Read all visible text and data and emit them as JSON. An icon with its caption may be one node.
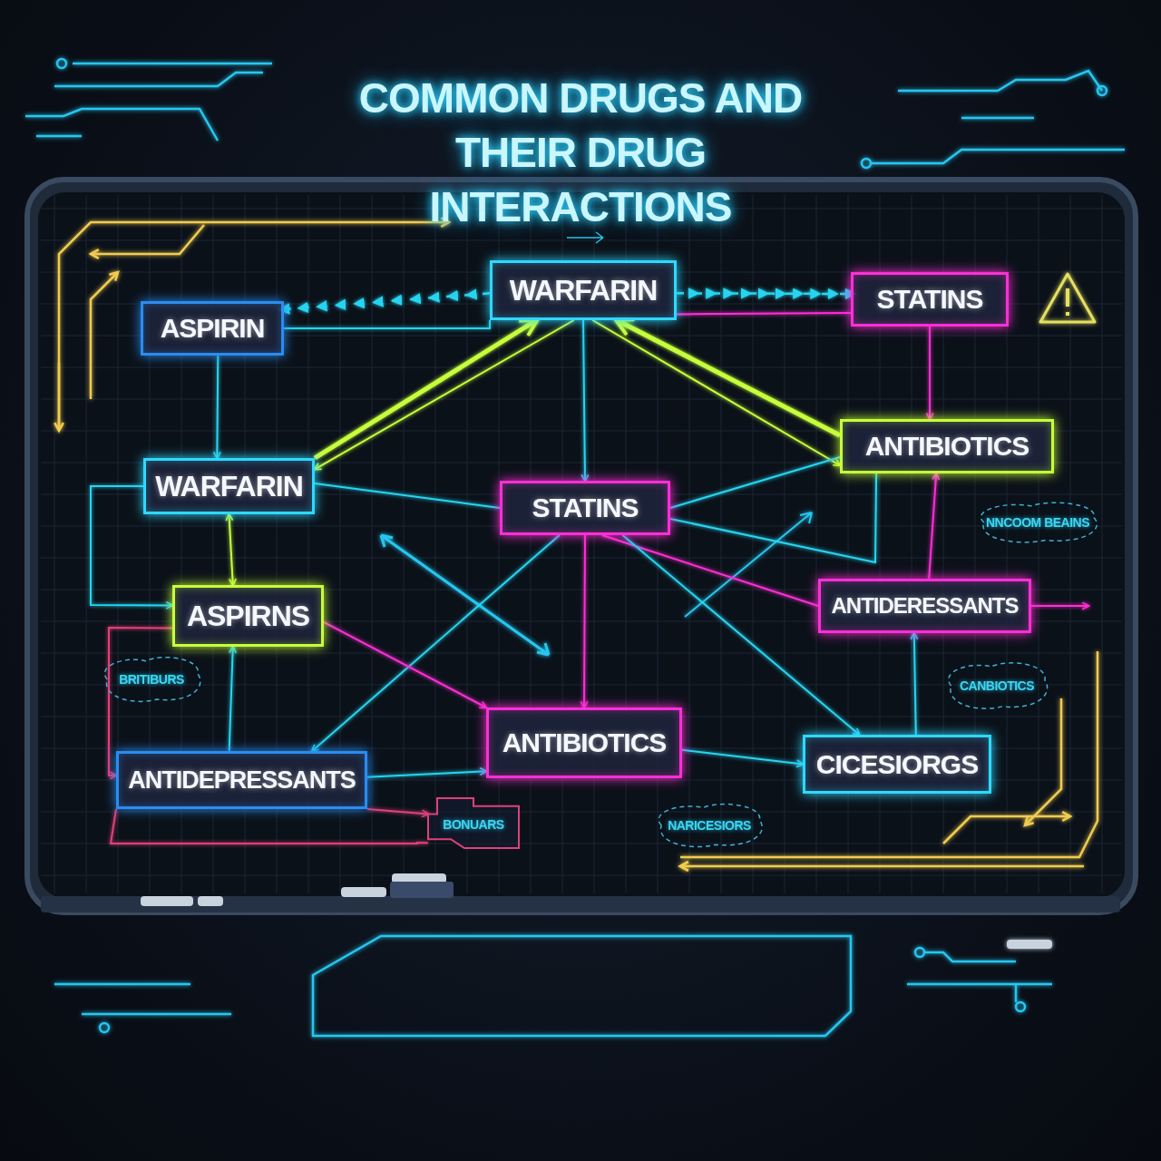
{
  "diagram": {
    "title": "COMMON DRUGS AND THEIR DRUG INTERACTIONS",
    "nodes": [
      {
        "text": [
          "WARFARIN"
        ]
      },
      {
        "text": [
          "STATINS"
        ]
      },
      {
        "text": [
          "ASPIRIN"
        ]
      },
      {
        "text": [
          "ANTIBIOTICS"
        ]
      },
      {
        "text": [
          "WARFARIN"
        ]
      },
      {
        "text": [
          "STATINS"
        ]
      },
      {
        "text": [
          "ANTIDERESSANTS"
        ]
      },
      {
        "text": [
          "ASPIRNS"
        ]
      },
      {
        "text": [
          "ANTIBIOTICS"
        ]
      },
      {
        "text": [
          "CICESIORGS"
        ]
      },
      {
        "text": [
          "ANTIDEPRESSANTS"
        ]
      },
      {
        "text": [
          "BRITIBURS"
        ]
      },
      {
        "text": [
          "BONUARS"
        ]
      },
      {
        "text": [
          "NARICESIORS"
        ]
      },
      {
        "text": [
          "CANBIOTICS"
        ]
      },
      {
        "text": [
          "NNCOOM BEAINS"
        ]
      }
    ],
    "edges": [
      {
        "from": 2,
        "to": 4,
        "arrow": "to"
      },
      {
        "from": 2,
        "to": 0,
        "arrow": "none"
      },
      {
        "from": 0,
        "to": 2,
        "arrow": "to",
        "style": "dashed"
      },
      {
        "from": 0,
        "to": 1,
        "arrow": "to",
        "style": "dashed"
      },
      {
        "from": 1,
        "to": 0,
        "arrow": "none",
        "color": "#ff2fd6"
      },
      {
        "from": 1,
        "to": 3,
        "arrow": "to",
        "color": "#ff2fd6"
      },
      {
        "from": 0,
        "to": 5,
        "arrow": "to"
      },
      {
        "from": 4,
        "to": 0,
        "arrow": "to",
        "style": "thick",
        "color": "#c6ff3a"
      },
      {
        "from": 0,
        "to": 4,
        "arrow": "to",
        "color": "#c6ff3a"
      },
      {
        "from": 3,
        "to": 0,
        "arrow": "to",
        "style": "thick",
        "color": "#c6ff3a"
      },
      {
        "from": 0,
        "to": 3,
        "arrow": "to",
        "color": "#c6ff3a"
      },
      {
        "from": 4,
        "to": 5,
        "arrow": "none"
      },
      {
        "from": 4,
        "to": 7,
        "arrow": "both",
        "color": "#c6ff3a"
      },
      {
        "from": 4,
        "to": 7,
        "arrow": "to"
      },
      {
        "from": 5,
        "to": 3,
        "arrow": "none"
      },
      {
        "from": 5,
        "to": 3,
        "arrow": "none"
      },
      {
        "from": 5,
        "to": 8,
        "arrow": "to",
        "color": "#ff2fd6"
      },
      {
        "from": 5,
        "to": 6,
        "arrow": "none",
        "color": "#ff2fd6"
      },
      {
        "from": 5,
        "to": 9,
        "arrow": "to"
      },
      {
        "from": 5,
        "to": 10,
        "arrow": "to"
      },
      {
        "from": 7,
        "to": 8,
        "arrow": "to",
        "color": "#ff2fd6"
      },
      {
        "from": 10,
        "to": 7,
        "arrow": "to"
      },
      {
        "from": 10,
        "to": 8,
        "arrow": "to"
      },
      {
        "from": 8,
        "to": 9,
        "arrow": "to"
      },
      {
        "from": 9,
        "to": 6,
        "arrow": "to"
      },
      {
        "from": 6,
        "to": 3,
        "arrow": "to",
        "color": "#ff2fd6"
      },
      {
        "from": 6,
        "to": null,
        "arrow": "to",
        "color": "#ff2fd6"
      },
      {
        "from": 7,
        "to": 10,
        "arrow": "to",
        "color": "#e0407a"
      },
      {
        "from": 10,
        "to": 12,
        "arrow": "to",
        "color": "#e0407a"
      },
      {
        "from": 10,
        "to": 12,
        "arrow": "none",
        "color": "#e0407a"
      }
    ]
  }
}
